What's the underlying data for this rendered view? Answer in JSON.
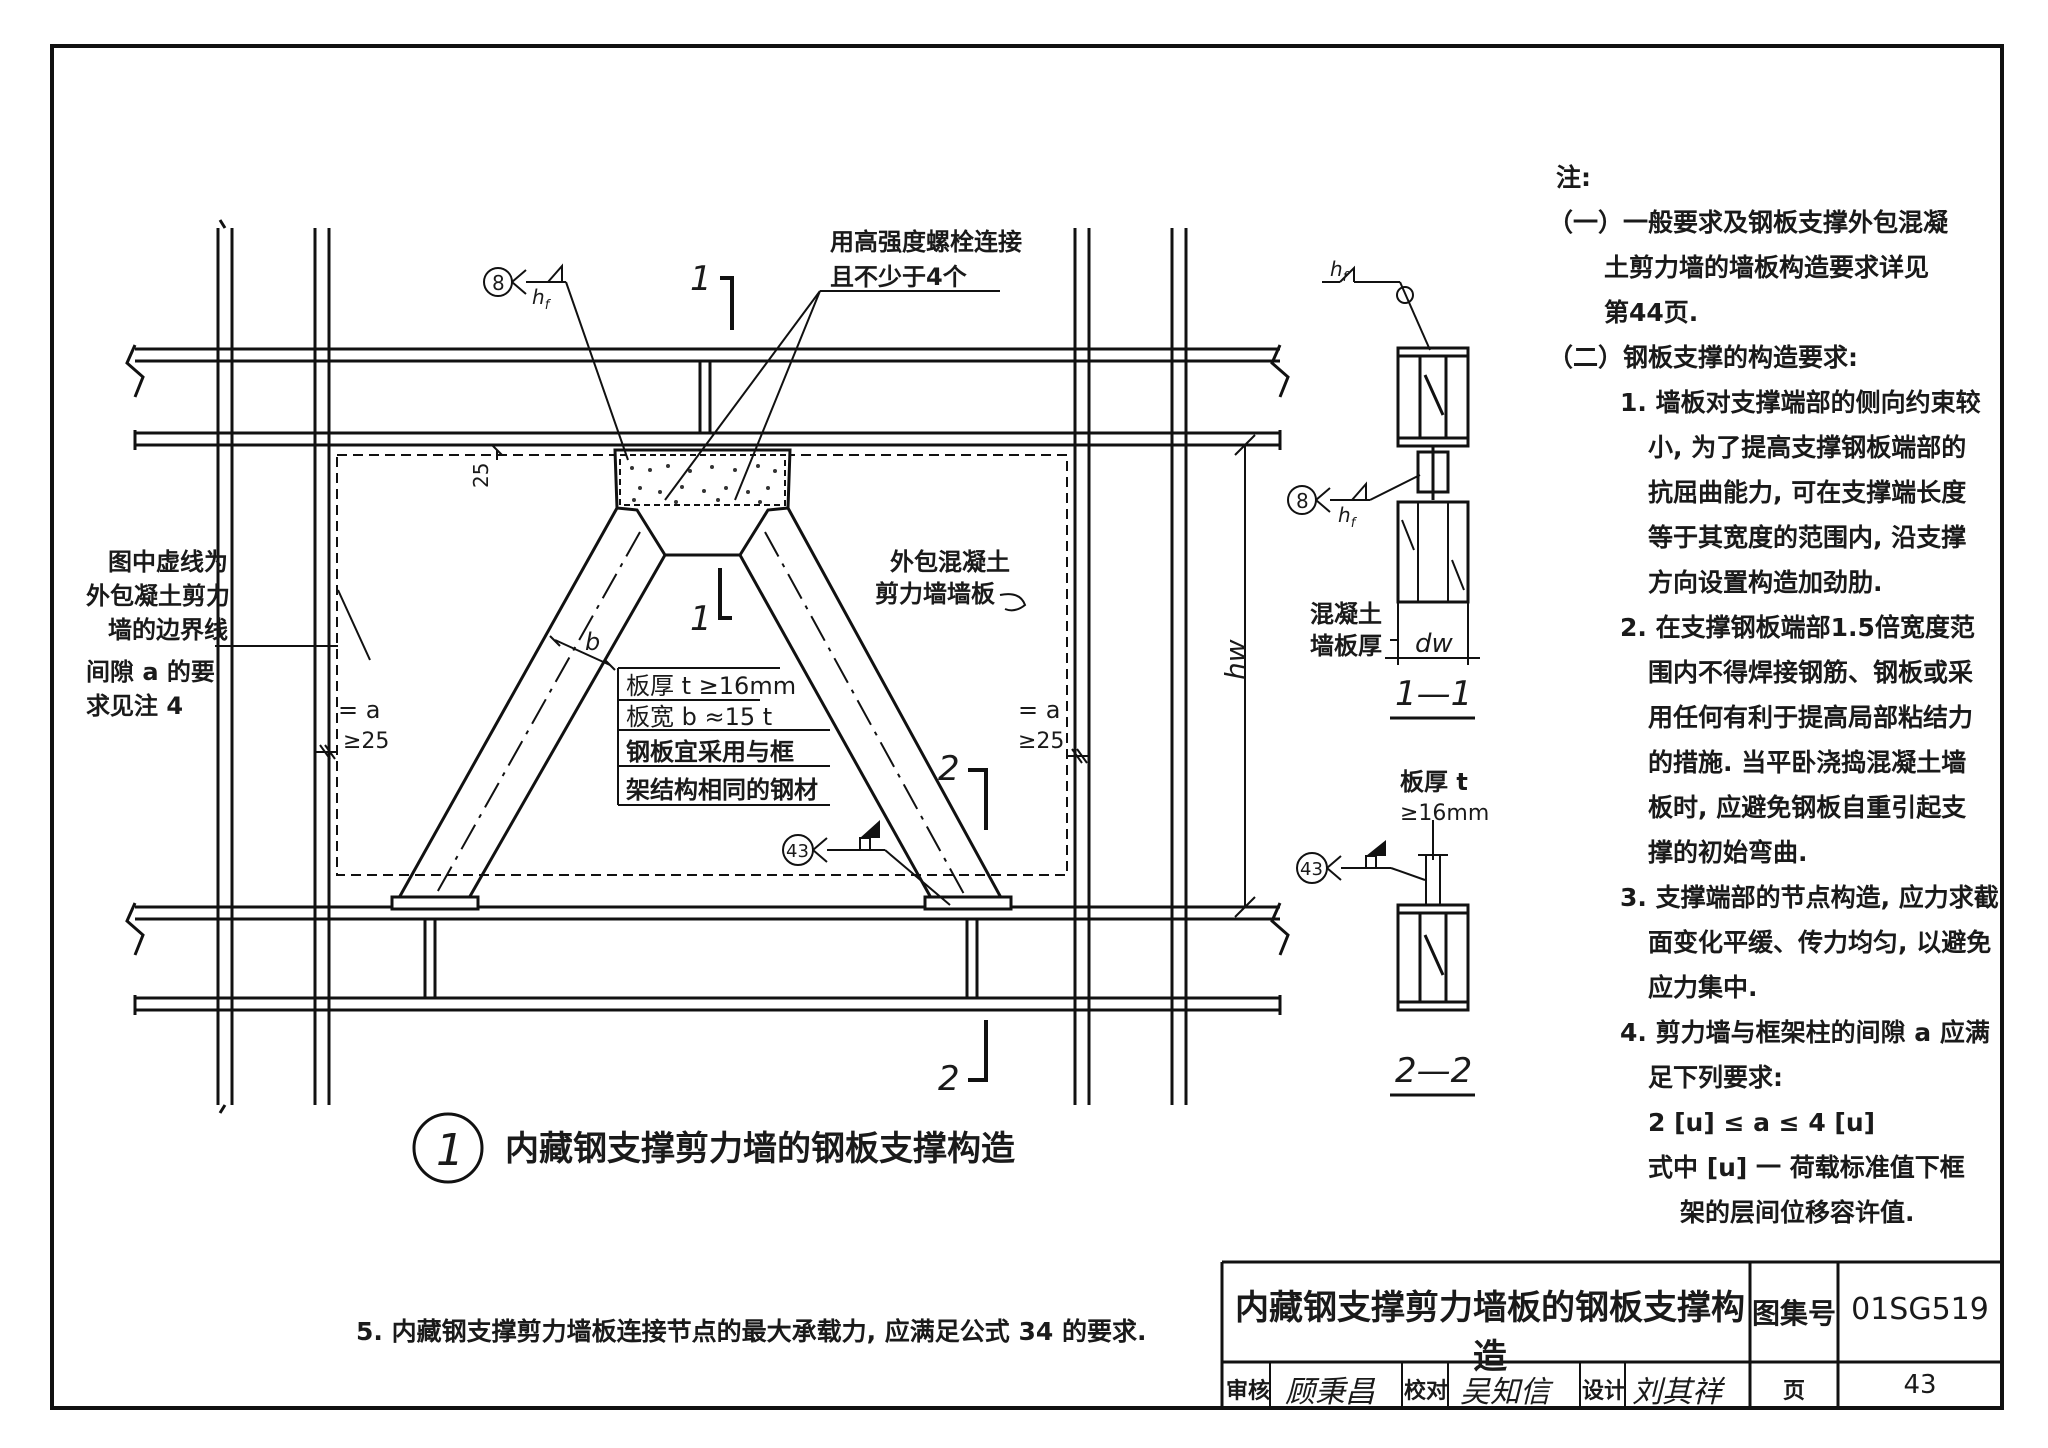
{
  "drawing": {
    "main_caption_number": "1",
    "main_caption": "内藏钢支撑剪力墙的钢板支撑构造",
    "section_mark_1": "1",
    "section_mark_2": "2",
    "bolt_note_line1": "用高强度螺栓连接",
    "bolt_note_line2": "且不少于4个",
    "weld_mark_8": "8",
    "weld_mark_43": "43",
    "weld_symbol_hf": "h",
    "weld_symbol_sub": "f",
    "dim_25": "25",
    "dim_hw": "hw",
    "dim_b": "b",
    "left_note_lines": [
      "图中虚线为",
      "外包凝土剪力",
      "墙的边界线",
      "间隙 a 的要",
      "求见注 4"
    ],
    "gap_left_eq": "= a",
    "gap_left_min": "≥25",
    "gap_right_eq": "= a",
    "gap_right_min": "≥25",
    "wall_note_line1": "外包混凝土",
    "wall_note_line2": "剪力墙墙板",
    "plate_spec": [
      "板厚 t ≥16mm",
      "板宽 b ≈15 t",
      "钢板宜采用与框",
      "架结构相同的钢材"
    ],
    "section_1_1_label": "1—1",
    "section_1_1_concrete": [
      "混凝土",
      "墙板厚"
    ],
    "section_1_1_dw": "dw",
    "section_2_2_label": "2—2",
    "section_2_2_thick": [
      "板厚 t",
      "≥16mm"
    ]
  },
  "notes": {
    "heading": "注:",
    "lines": [
      {
        "indent": 0,
        "text": "（一）一般要求及钢板支撑外包混凝"
      },
      {
        "indent": 1,
        "text": "土剪力墙的墙板构造要求详见"
      },
      {
        "indent": 1,
        "text": "第44页."
      },
      {
        "indent": 0,
        "text": "（二）钢板支撑的构造要求:"
      },
      {
        "indent": 2,
        "text": "1. 墙板对支撑端部的侧向约束较"
      },
      {
        "indent": 3,
        "text": "小, 为了提高支撑钢板端部的"
      },
      {
        "indent": 3,
        "text": "抗屈曲能力, 可在支撑端长度"
      },
      {
        "indent": 3,
        "text": "等于其宽度的范围内, 沿支撑"
      },
      {
        "indent": 3,
        "text": "方向设置构造加劲肋."
      },
      {
        "indent": 2,
        "text": "2. 在支撑钢板端部1.5倍宽度范"
      },
      {
        "indent": 3,
        "text": "围内不得焊接钢筋、钢板或采"
      },
      {
        "indent": 3,
        "text": "用任何有利于提高局部粘结力"
      },
      {
        "indent": 3,
        "text": "的措施. 当平卧浇捣混凝土墙"
      },
      {
        "indent": 3,
        "text": "板时, 应避免钢板自重引起支"
      },
      {
        "indent": 3,
        "text": "撑的初始弯曲."
      },
      {
        "indent": 2,
        "text": "3. 支撑端部的节点构造, 应力求截"
      },
      {
        "indent": 3,
        "text": "面变化平缓、传力均匀, 以避免"
      },
      {
        "indent": 3,
        "text": "应力集中."
      },
      {
        "indent": 2,
        "text": "4. 剪力墙与框架柱的间隙 a 应满"
      },
      {
        "indent": 3,
        "text": "足下列要求:"
      },
      {
        "indent": 3,
        "text": "2 [u] ≤ a ≤ 4 [u]"
      },
      {
        "indent": 3,
        "text": "式中 [u] 一 荷载标准值下框"
      },
      {
        "indent": 4,
        "text": "架的层间位移容许值."
      }
    ],
    "note5": "5. 内藏钢支撑剪力墙板连接节点的最大承载力, 应满足公式 34 的要求."
  },
  "title_block": {
    "title": "内藏钢支撑剪力墙板的钢板支撑构造",
    "atlas_label": "图集号",
    "atlas_no": "01SG519",
    "review_label": "审核",
    "review_sig": "顾秉昌",
    "check_label": "校对",
    "check_sig": "吴知信",
    "design_label": "设计",
    "design_sig": "刘其祥",
    "page_label": "页",
    "page_no": "43"
  }
}
